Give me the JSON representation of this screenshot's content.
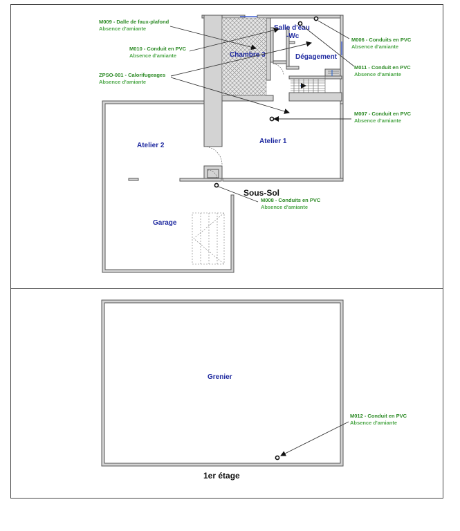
{
  "floors": {
    "basement_title": "Sous-Sol",
    "upper_title": "1er étage"
  },
  "rooms": {
    "salle_eau": "Salle d'eau",
    "salle_eau_line2": "-Wc",
    "chambre3": "Chambre 3",
    "degagement": "Dégagement",
    "atelier2": "Atelier 2",
    "atelier1": "Atelier 1",
    "garage": "Garage",
    "grenier": "Grenier"
  },
  "annotations": [
    {
      "id": "m009",
      "code": "M009 - Dalle de faux-plafond",
      "status": "Absence d'amiante"
    },
    {
      "id": "m010",
      "code": "M010 - Conduit en PVC",
      "status": "Absence d'amiante"
    },
    {
      "id": "zpso001",
      "code": "ZPSO-001 - Calorifugeages",
      "status": "Absence d'amiante"
    },
    {
      "id": "m006",
      "code": "M006 - Conduits en PVC",
      "status": "Absence d'amiante"
    },
    {
      "id": "m011",
      "code": "M011 - Conduit en PVC",
      "status": "Absence d'amiante"
    },
    {
      "id": "m007",
      "code": "M007 - Conduit en PVC",
      "status": "Absence d'amiante"
    },
    {
      "id": "m008",
      "code": "M008 - Conduits en PVC",
      "status": "Absence d'amiante"
    },
    {
      "id": "m012",
      "code": "M012 - Conduit en PVC",
      "status": "Absence d'amiante"
    }
  ],
  "colors": {
    "room_label": "#1f2aa0",
    "annotation_code": "#2c8a25",
    "annotation_status": "#4ea84a",
    "wall_fill": "#d3d3d3"
  }
}
